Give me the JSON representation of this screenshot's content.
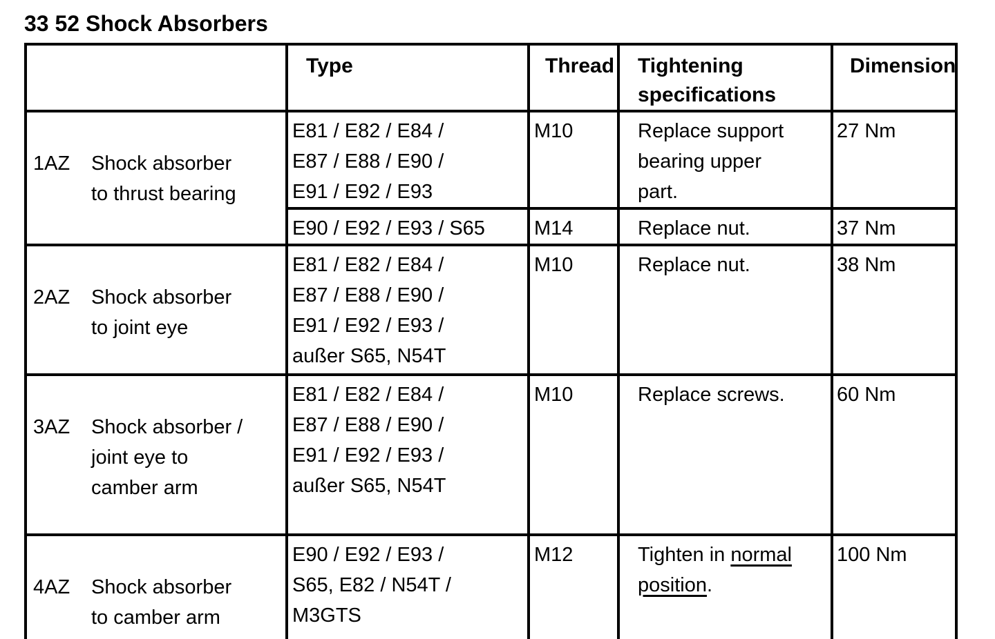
{
  "page": {
    "title": "33 52 Shock Absorbers"
  },
  "table": {
    "headers": {
      "item": "",
      "type": "Type",
      "thread": "Thread",
      "tightening": [
        "Tightening",
        "specifications"
      ],
      "dimension": "Dimension"
    },
    "rows": [
      {
        "code": "1AZ",
        "name": [
          "Shock absorber",
          "to thrust bearing"
        ],
        "variants": [
          {
            "type": [
              "E81 / E82 / E84 /",
              "E87 / E88 / E90 /",
              "E91 / E92 / E93"
            ],
            "thread": "M10",
            "spec": [
              "Replace support",
              "bearing upper",
              "part."
            ],
            "dimension": "27 Nm"
          },
          {
            "type": [
              "E90 / E92 / E93 / S65"
            ],
            "thread": "M14",
            "spec": [
              "Replace nut."
            ],
            "dimension": "37 Nm"
          }
        ]
      },
      {
        "code": "2AZ",
        "name": [
          "Shock absorber",
          "to joint eye"
        ],
        "variants": [
          {
            "type": [
              "E81 / E82 / E84 /",
              "E87 / E88 / E90 /",
              "E91 / E92 / E93 /",
              "außer S65, N54T"
            ],
            "thread": "M10",
            "spec": [
              "Replace nut."
            ],
            "dimension": "38 Nm"
          }
        ]
      },
      {
        "code": "3AZ",
        "name": [
          "Shock absorber /",
          "joint eye to",
          "camber arm"
        ],
        "variants": [
          {
            "type": [
              "E81 / E82 / E84 /",
              "E87 / E88 / E90 /",
              "E91 / E92 / E93 /",
              "außer S65, N54T"
            ],
            "thread": "M10",
            "spec": [
              "Replace screws."
            ],
            "dimension": "60 Nm"
          }
        ]
      },
      {
        "code": "4AZ",
        "name": [
          "Shock absorber",
          "to camber arm"
        ],
        "variants": [
          {
            "type": [
              "E90 / E92 / E93 /",
              "S65, E82 / N54T /",
              "M3GTS"
            ],
            "thread": "M12",
            "spec_pre": "Tighten in ",
            "spec_underlined": "normal\nposition",
            "spec_post": ".",
            "dimension": "100 Nm"
          }
        ]
      }
    ]
  }
}
